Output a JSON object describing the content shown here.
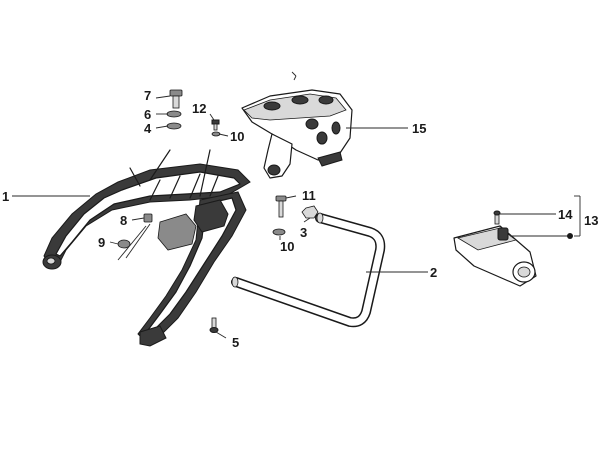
{
  "diagram": {
    "labels": {
      "p1": "1",
      "p2": "2",
      "p3": "3",
      "p4": "4",
      "p5": "5",
      "p6": "6",
      "p7": "7",
      "p8": "8",
      "p9": "9",
      "p10a": "10",
      "p10b": "10",
      "p11": "11",
      "p12": "12",
      "p13": "13",
      "p14": "14",
      "p15": "15"
    }
  }
}
